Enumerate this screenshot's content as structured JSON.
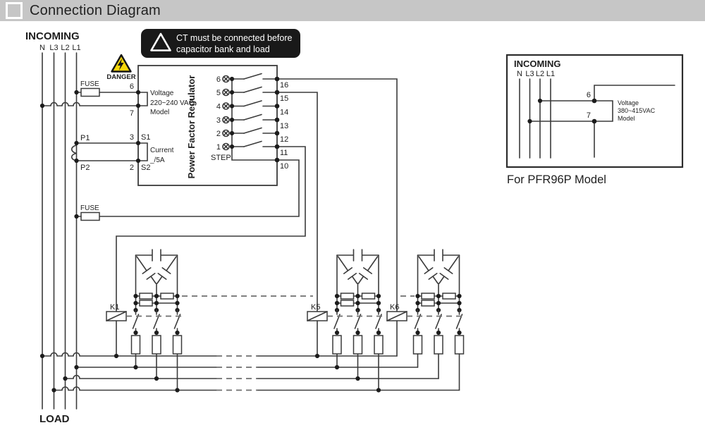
{
  "header": {
    "title": "Connection Diagram"
  },
  "warning": {
    "line1": "CT must be connected before",
    "line2": "capacitor bank and load"
  },
  "danger": {
    "label": "DANGER"
  },
  "incoming": {
    "title": "INCOMING",
    "phases": [
      "N",
      "L3",
      "L2",
      "L1"
    ]
  },
  "load": {
    "label": "LOAD"
  },
  "fuse": {
    "label": "FUSE"
  },
  "ct": {
    "p1": "P1",
    "p2": "P2"
  },
  "regulator": {
    "name": "Power Factor Regulator",
    "left_terminals": {
      "t6": "6",
      "t7": "7",
      "t3": "3",
      "t2": "2",
      "s1": "S1",
      "s2": "S2"
    },
    "voltage_note": [
      "Voltage",
      "220~240 VAC",
      "Model"
    ],
    "current_note": [
      "Current",
      "_/5A"
    ],
    "step_label": "STEP",
    "steps": [
      "6",
      "5",
      "4",
      "3",
      "2",
      "1"
    ],
    "right_terminals": [
      "16",
      "15",
      "14",
      "13",
      "12",
      "11",
      "10"
    ]
  },
  "contactors": {
    "k1": "K1",
    "k5": "K5",
    "k6": "K6"
  },
  "pfr96p": {
    "incoming": "INCOMING",
    "phases": [
      "N",
      "L3",
      "L2",
      "L1"
    ],
    "t6": "6",
    "t7": "7",
    "voltage_note": [
      "Voltage",
      "380~415VAC",
      "Model"
    ],
    "caption": "For PFR96P Model"
  },
  "colors": {
    "titlebar_gray": "#c6c6c6",
    "danger_yellow": "#f6d60a",
    "warning_box_black": "#191919",
    "wire_gray": "#3b3b3b"
  }
}
